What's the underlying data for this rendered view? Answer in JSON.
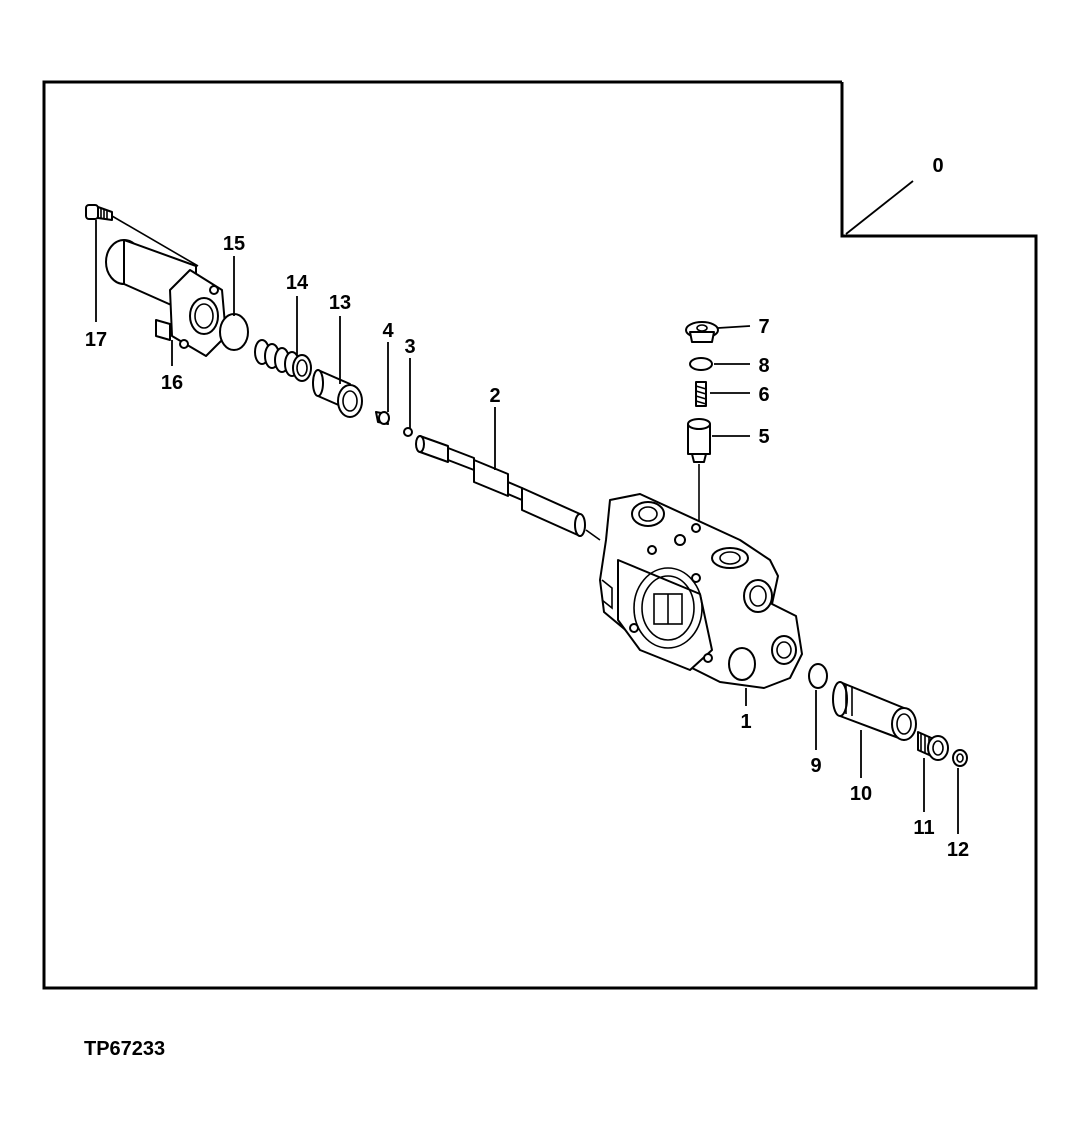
{
  "figure": {
    "code": "TP67233",
    "callouts": [
      {
        "id": "0"
      },
      {
        "id": "1"
      },
      {
        "id": "2"
      },
      {
        "id": "3"
      },
      {
        "id": "4"
      },
      {
        "id": "5"
      },
      {
        "id": "6"
      },
      {
        "id": "7"
      },
      {
        "id": "8"
      },
      {
        "id": "9"
      },
      {
        "id": "10"
      },
      {
        "id": "11"
      },
      {
        "id": "12"
      },
      {
        "id": "13"
      },
      {
        "id": "14"
      },
      {
        "id": "15"
      },
      {
        "id": "16"
      },
      {
        "id": "17"
      }
    ]
  }
}
